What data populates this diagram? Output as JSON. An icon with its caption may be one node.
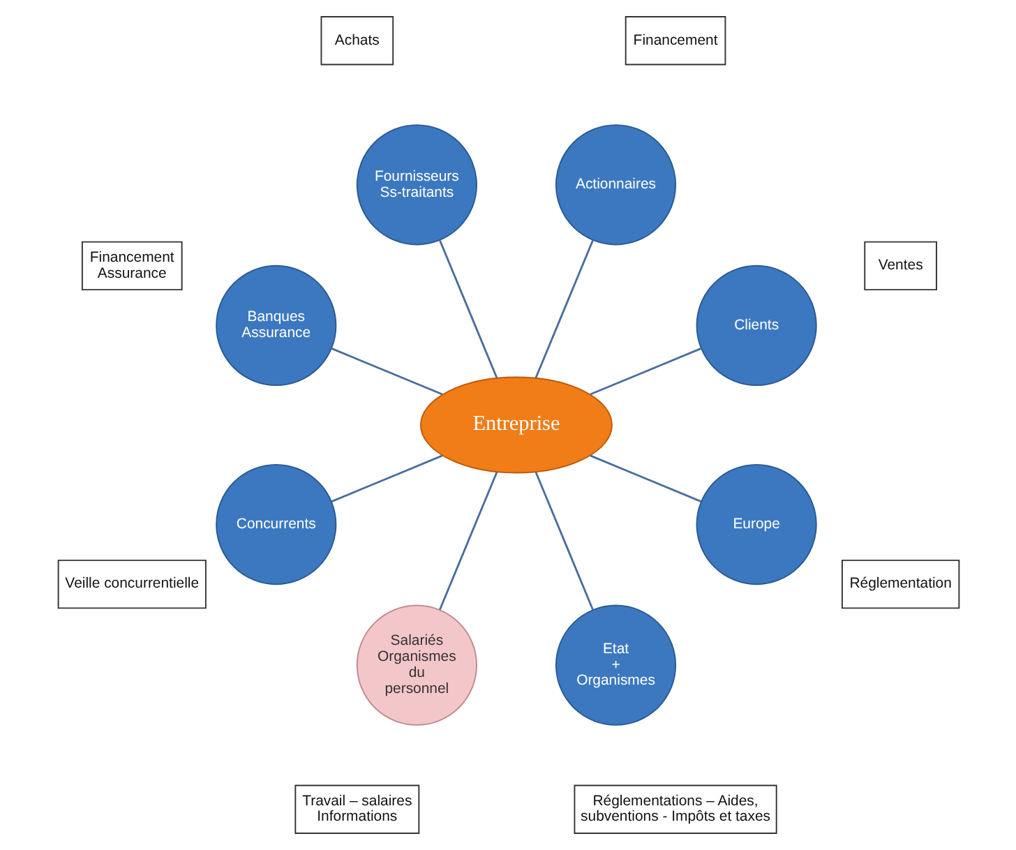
{
  "diagram": {
    "nodes": [
      {
        "text": [
          "Entreprise"
        ]
      },
      {
        "text": [
          "Clients"
        ]
      },
      {
        "text": [
          "Ventes"
        ]
      },
      {
        "text": [
          "Actionnaires"
        ]
      },
      {
        "text": [
          "Financement"
        ]
      },
      {
        "text": [
          "Fournisseurs Ss-traitants"
        ]
      },
      {
        "text": [
          "Achats"
        ]
      },
      {
        "text": [
          "Banques Assurance"
        ]
      },
      {
        "text": [
          "Financement Assurance"
        ]
      },
      {
        "text": [
          "Concurrents"
        ]
      },
      {
        "text": [
          "Veille concurrentielle"
        ]
      },
      {
        "text": [
          "Salariés Organismes du personnel"
        ]
      },
      {
        "text": [
          "Travail – salaires Informations"
        ]
      },
      {
        "text": [
          "Etat + Organismes"
        ]
      },
      {
        "text": [
          "Réglementations – Aides, subventions - Impôts et taxes"
        ]
      },
      {
        "text": [
          "Europe"
        ]
      },
      {
        "text": [
          "Réglementation"
        ]
      }
    ],
    "edges": [
      {
        "from": 0,
        "to": 1,
        "arrow": "none"
      },
      {
        "from": 0,
        "to": 5,
        "arrow": "none"
      },
      {
        "from": 0,
        "to": 9,
        "arrow": "none"
      },
      {
        "from": 0,
        "to": 13,
        "arrow": "none"
      },
      {
        "from": 0,
        "to": 15,
        "arrow": "none"
      },
      {
        "from": 0,
        "to": 11,
        "arrow": "none"
      },
      {
        "from": 0,
        "to": 7,
        "arrow": "none"
      },
      {
        "from": 0,
        "to": 3,
        "arrow": "none"
      }
    ]
  }
}
